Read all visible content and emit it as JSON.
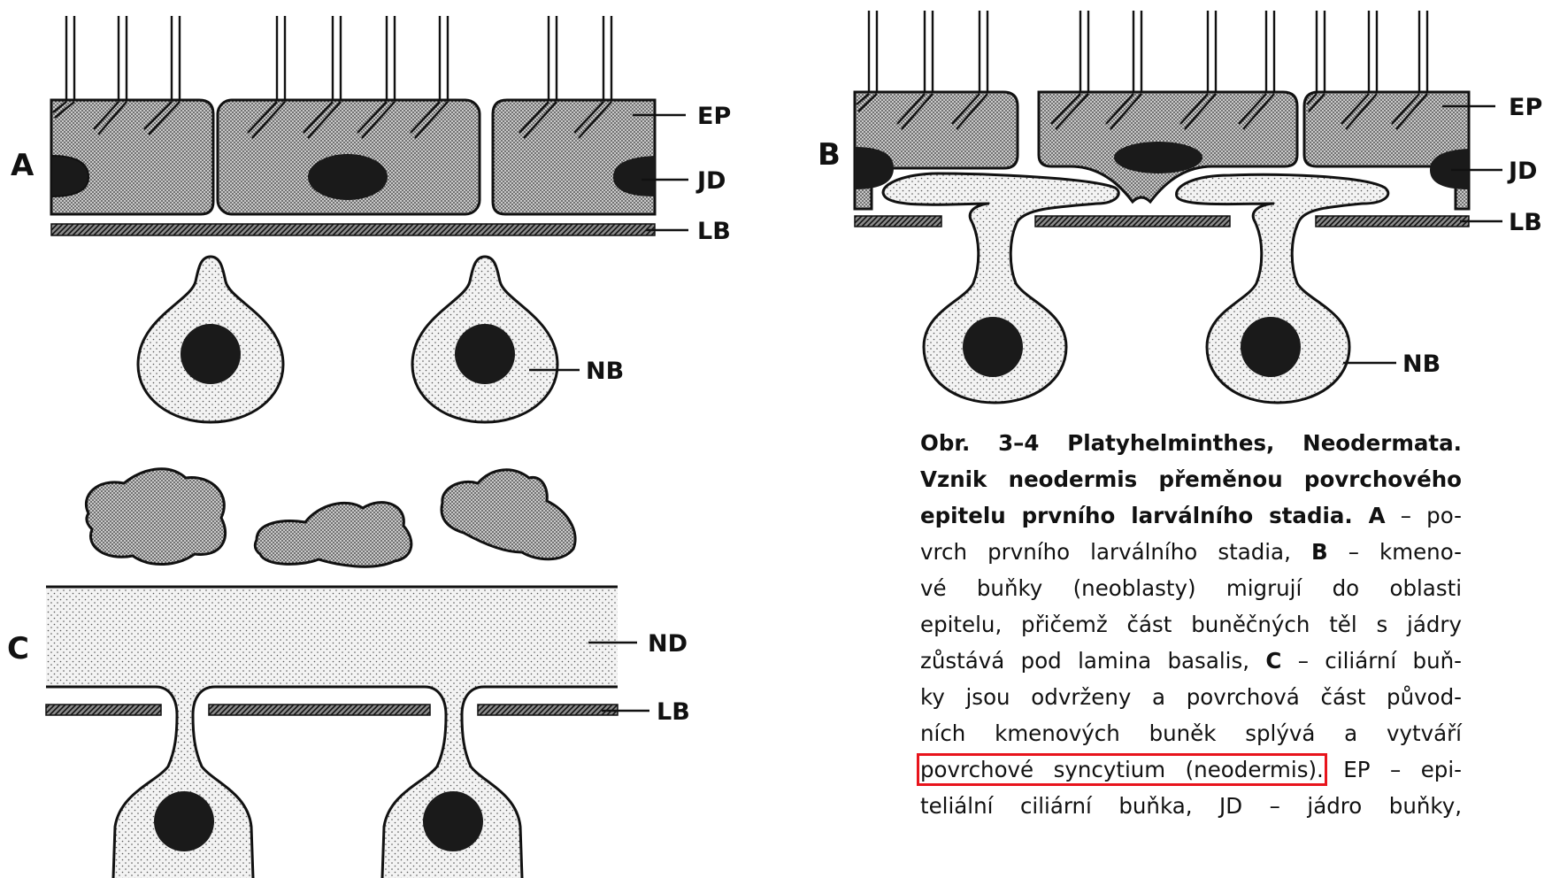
{
  "panels": {
    "a": {
      "letter": "A",
      "labels": {
        "ep": "EP",
        "jd": "JD",
        "lb": "LB",
        "nb": "NB"
      }
    },
    "b": {
      "letter": "B",
      "labels": {
        "ep": "EP",
        "jd": "JD",
        "lb": "LB",
        "nb": "NB"
      }
    },
    "c": {
      "letter": "C",
      "labels": {
        "nd": "ND",
        "lb": "LB"
      }
    }
  },
  "caption": {
    "l1": "Obr. 3–4 Platyhelminthes, Neodermata.",
    "l2": "Vznik neodermis přeměnou povrchového",
    "l3_bold": "epitelu prvního larválního stadia. A",
    "l3_rest": " – po-",
    "l4_a": "vrch prvního larválního stadia, ",
    "l4_b": "B",
    "l4_c": " – kmeno-",
    "l5": "vé buňky (neoblasty) migrují do oblasti",
    "l6": "epitelu, přičemž část buněčných těl s jádry",
    "l7_a": "zůstává pod lamina basalis, ",
    "l7_b": "C",
    "l7_c": " – ciliární buň-",
    "l8": "ky jsou odvrženy a povrchová část původ-",
    "l9": "ních kmenových buněk splývá a vytváří",
    "l10_hl": "povrchové syncytium (neodermis).",
    "l10_rest": " EP – epi-",
    "l11": "teliální ciliární buňka, JD – jádro buňky,"
  },
  "colors": {
    "highlight": "#e8141c",
    "outline": "#111111"
  }
}
